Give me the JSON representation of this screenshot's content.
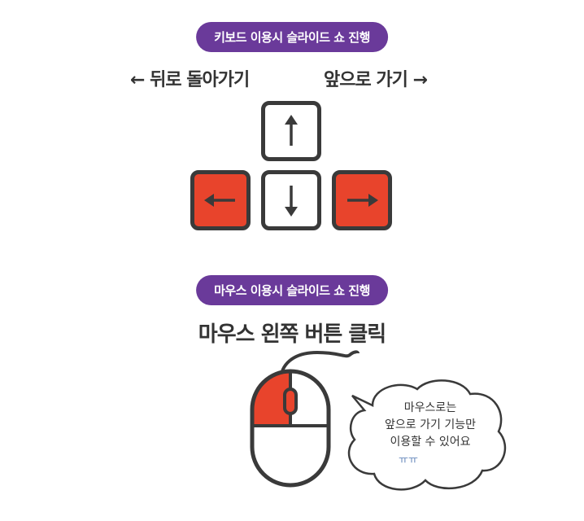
{
  "keyboard_section": {
    "pill_label": "키보드 이용시 슬라이드 쇼 진행",
    "back_label": "← 뒤로 돌아가기",
    "forward_label": "앞으로 가기 →",
    "keys": [
      {
        "name": "up",
        "icon": "arrow-up-icon",
        "highlighted": false
      },
      {
        "name": "left",
        "icon": "arrow-left-icon",
        "highlighted": true
      },
      {
        "name": "down",
        "icon": "arrow-down-icon",
        "highlighted": false
      },
      {
        "name": "right",
        "icon": "arrow-right-icon",
        "highlighted": true
      }
    ]
  },
  "mouse_section": {
    "pill_label": "마우스 이용시  슬라이드 쇼 진행",
    "title": "마우스 왼쪽 버튼 클릭",
    "bubble": {
      "line1": "마우스로는",
      "line2": "앞으로 가기 기능만",
      "line3": "이용할 수 있어요",
      "tears": "ㅠㅠ"
    }
  },
  "colors": {
    "accent_purple": "#6a3a9a",
    "highlight_red": "#e8442c",
    "outline_dark": "#3a3a3a"
  }
}
